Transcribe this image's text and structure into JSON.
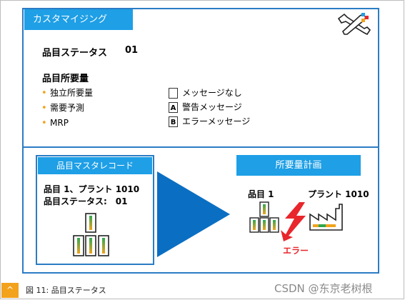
{
  "title": "カスタマイジング",
  "item_status": {
    "label": "品目ステータス",
    "value": "01"
  },
  "requirements": {
    "heading": "品目所要量",
    "types": [
      "独立所要量",
      "需要予測",
      "MRP"
    ]
  },
  "messages": [
    {
      "box": "",
      "label": "メッセージなし"
    },
    {
      "box": "A",
      "label": "警告メッセージ"
    },
    {
      "box": "B",
      "label": "エラーメッセージ"
    }
  ],
  "master_record": {
    "header": "品目マスタレコード",
    "line1": "品目 1、プラント 1010",
    "line2": "品目ステータス:　01"
  },
  "planning": {
    "header": "所要量計画",
    "item": "品目 1",
    "plant": "プラント 1010",
    "error": "エラー"
  },
  "caption": {
    "chevron": "^",
    "text": "図 11: 品目ステータス"
  },
  "watermark": "CSDN @东京老树根",
  "colors": {
    "accent_blue": "#1e9fe6",
    "frame_blue": "#2b7cc4",
    "arrow_blue": "#0a6fc2",
    "bullet_orange": "#f3a21c",
    "error_red": "#e8262b"
  },
  "icons": [
    "wrench-icon",
    "material-stack-icon",
    "lightning-icon",
    "factory-icon"
  ]
}
